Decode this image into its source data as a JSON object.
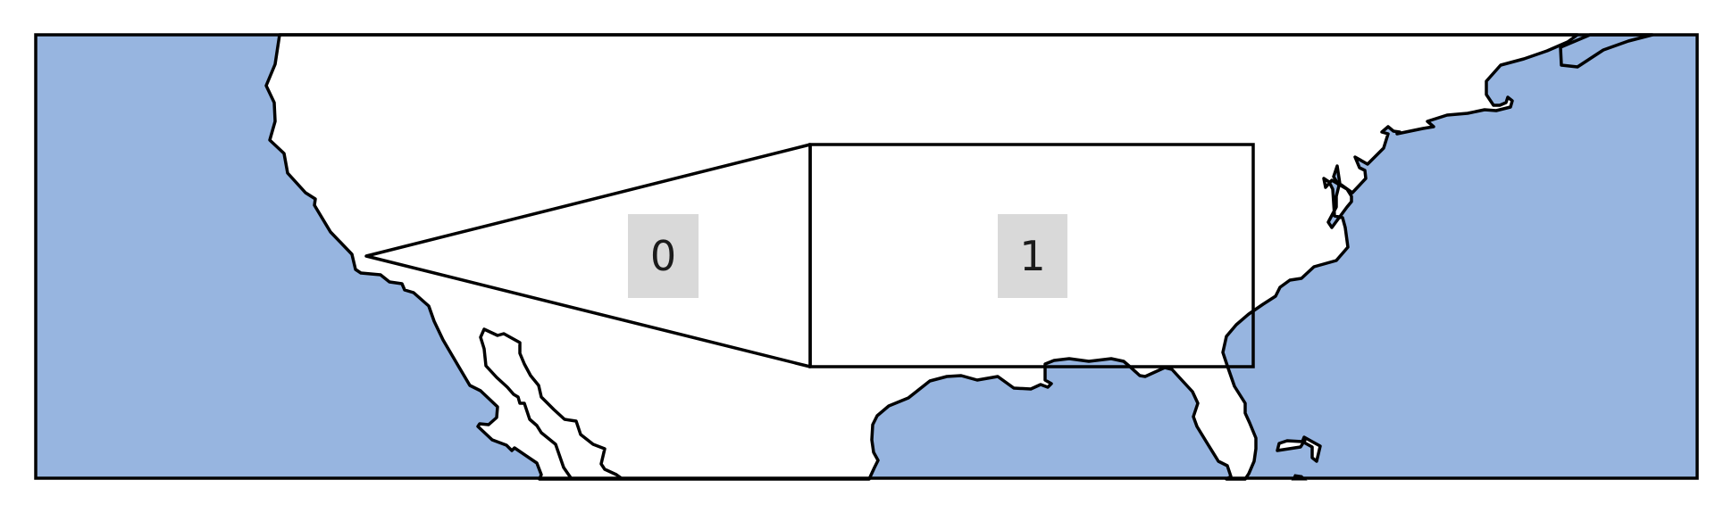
{
  "map": {
    "colors": {
      "ocean": "#97b5e0",
      "land": "#ffffff",
      "stroke": "#000000",
      "label_background": "#d9d9d9"
    },
    "regions": [
      {
        "id": "region-0",
        "shape": "triangle",
        "label": "0"
      },
      {
        "id": "region-1",
        "shape": "rectangle",
        "label": "1"
      }
    ]
  }
}
